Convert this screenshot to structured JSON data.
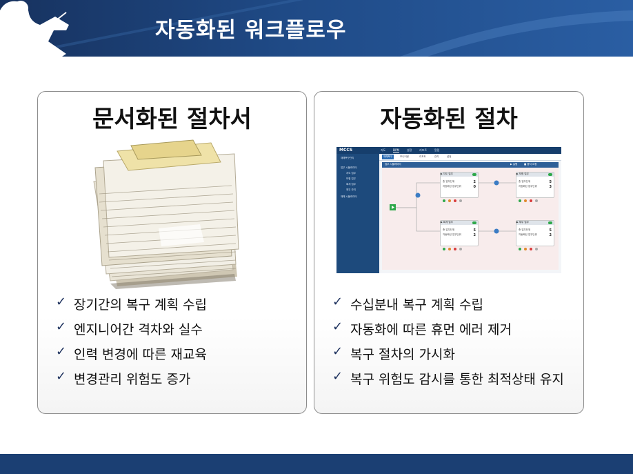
{
  "header": {
    "title": "자동화된 워크플로우"
  },
  "left_panel": {
    "title": "문서화된 절차서",
    "bullets": [
      "장기간의 복구 계획 수립",
      "엔지니어간 격차와 실수",
      "인력 변경에 따른 재교육",
      "변경관리 위험도 증가"
    ]
  },
  "right_panel": {
    "title": "자동화된 절차",
    "bullets": [
      "수십분내 복구 계획 수립",
      "자동화에 따른 휴먼 에러 제거",
      "복구 절차의 가시화",
      "복구 위험도 감시를 통한 최적상태 유지"
    ]
  },
  "check_mark": "✓",
  "colors": {
    "header_blue": "#1f4a86",
    "footer_blue": "#1b3f73",
    "status_ok": "#2ea84a"
  },
  "screenshot": {
    "logo": "MCCS",
    "top_nav": [
      "지도",
      "DPM",
      "설정",
      "리포트",
      "알림"
    ],
    "tabs": [
      "재해복구",
      "모니터링",
      "리포트",
      "관리",
      "설정"
    ],
    "sidebar": [
      "재해복구관리",
      "업무 시뮬레이터",
      "지도 업무",
      "보험 업무",
      "회계 업무",
      "재무 관리",
      "재해 시뮬레이터"
    ],
    "panel_title": "업무 시뮬레이터",
    "panel_buttons": [
      "▶ 실행",
      "■ 중지 요청"
    ],
    "cards": [
      {
        "title": "▶ 지도 업무",
        "row1": "총 업무단위",
        "v1": "2",
        "row2": "자동화된 업무단위",
        "v2": "0"
      },
      {
        "title": "▶ 보험 업무",
        "row1": "총 업무단위",
        "v1": "5",
        "row2": "자동화된 업무단위",
        "v2": "3"
      },
      {
        "title": "▶ 회계 업무",
        "row1": "총 업무단위",
        "v1": "5",
        "row2": "자동화된 업무단위",
        "v2": "2"
      },
      {
        "title": "▶ 재무 업무",
        "row1": "총 업무단위",
        "v1": "5",
        "row2": "자동화된 업무단위",
        "v2": "2"
      }
    ]
  }
}
